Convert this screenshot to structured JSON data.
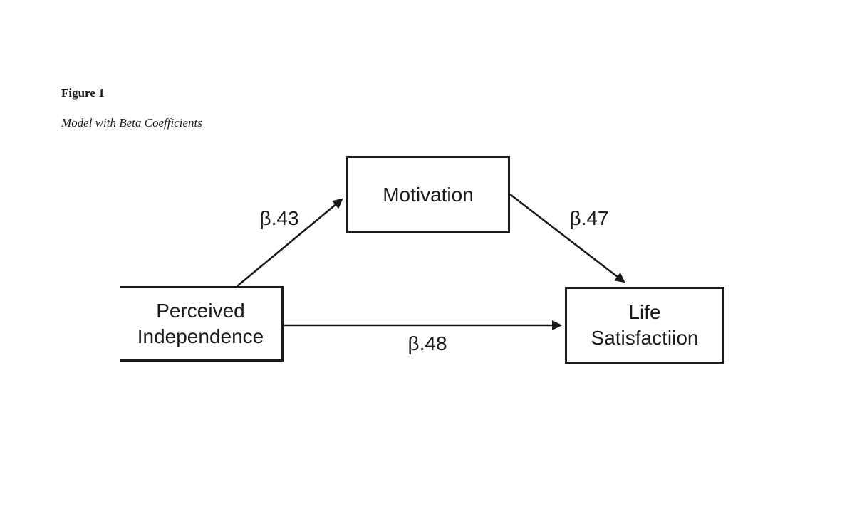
{
  "header": {
    "figure_label": "Figure 1",
    "figure_caption": "Model with Beta Coefficients"
  },
  "diagram": {
    "nodes": [
      {
        "id": "motivation",
        "lines": [
          "Motivation"
        ]
      },
      {
        "id": "perceived-independence",
        "lines": [
          "Perceived",
          "Independence"
        ]
      },
      {
        "id": "life-satisfaction",
        "lines": [
          "Life",
          "Satisfactiion"
        ]
      }
    ],
    "paths": [
      {
        "from": "perceived-independence",
        "to": "motivation",
        "label": "β.43"
      },
      {
        "from": "motivation",
        "to": "life-satisfaction",
        "label": "β.47"
      },
      {
        "from": "perceived-independence",
        "to": "life-satisfaction",
        "label": "β.48"
      }
    ],
    "colors": {
      "line": "#1a1a1a",
      "box_border": "#1a1a1a",
      "text": "#1a1a1a",
      "background": "#ffffff"
    }
  }
}
